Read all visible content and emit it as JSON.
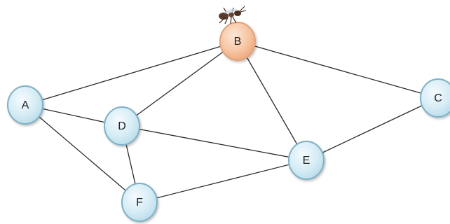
{
  "nodes": [
    {
      "id": "A",
      "label": "A",
      "type": "normal"
    },
    {
      "id": "B",
      "label": "B",
      "type": "active"
    },
    {
      "id": "C",
      "label": "C",
      "type": "normal"
    },
    {
      "id": "D",
      "label": "D",
      "type": "normal"
    },
    {
      "id": "E",
      "label": "E",
      "type": "normal"
    },
    {
      "id": "F",
      "label": "F",
      "type": "normal"
    }
  ],
  "edges": [
    [
      "A",
      "B"
    ],
    [
      "A",
      "D"
    ],
    [
      "A",
      "F"
    ],
    [
      "B",
      "D"
    ],
    [
      "B",
      "E"
    ],
    [
      "B",
      "C"
    ],
    [
      "D",
      "E"
    ],
    [
      "D",
      "F"
    ],
    [
      "E",
      "F"
    ],
    [
      "E",
      "C"
    ]
  ],
  "agent": {
    "icon": "ant-icon",
    "on_node": "B"
  },
  "colors": {
    "node_fill": "#d9eef7",
    "node_stroke": "#7fb1c6",
    "active_fill": "#f6c7a5",
    "active_stroke": "#e0a27a",
    "edge": "#2b2b2b"
  }
}
